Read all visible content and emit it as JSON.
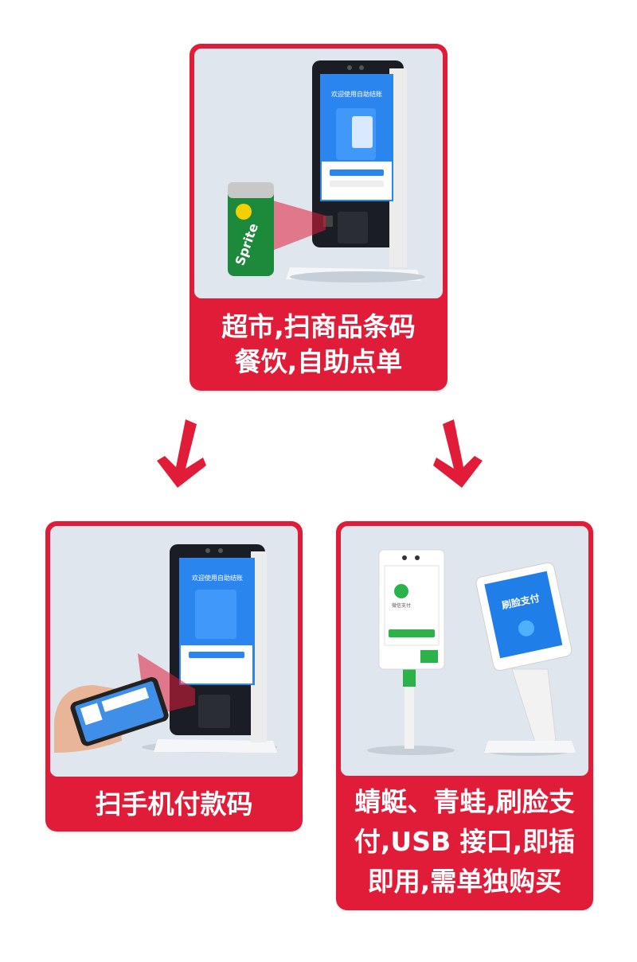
{
  "top_card": {
    "caption_lines": [
      "超市,扫商品条码",
      "餐饮,自助点单"
    ],
    "kiosk_screen_title": "欢迎使用自助结账",
    "can_brand": "Sprite"
  },
  "bottom_left_card": {
    "caption_lines": [
      "扫手机付款码"
    ],
    "kiosk_screen_title": "欢迎使用自助结账"
  },
  "bottom_right_card": {
    "caption_lines": [
      "蜻蜓、青蛙,刷脸支",
      "付,USB 接口,即插",
      "即用,需单独购买"
    ],
    "device1_label": "微信支付",
    "device2_label": "刷脸支付"
  },
  "colors": {
    "card_red": "#e01c38",
    "photo_bg": "#dfe6ee",
    "screen_blue": "#1f7ee8",
    "wechat_green": "#2bb34a"
  }
}
